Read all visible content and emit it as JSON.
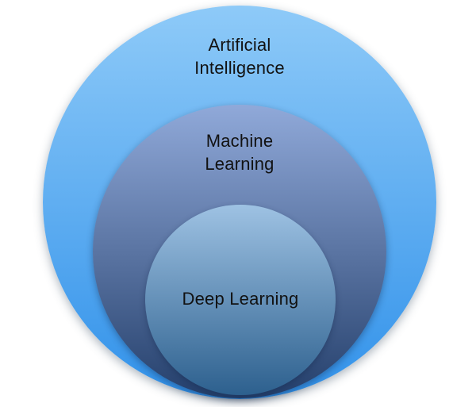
{
  "background_color": "#ffffff",
  "text_color": "#121212",
  "rings": [
    {
      "label": "Artificial\nIntelligence",
      "color_top": "#8ECAF8",
      "color_bottom": "#3292EA"
    },
    {
      "label": "Machine\nLearning",
      "color_top": "#90A9D9",
      "color_bottom": "#25406C"
    },
    {
      "label": "Deep Learning",
      "color_top": "#9EC2E3",
      "color_bottom": "#2D608E"
    }
  ]
}
